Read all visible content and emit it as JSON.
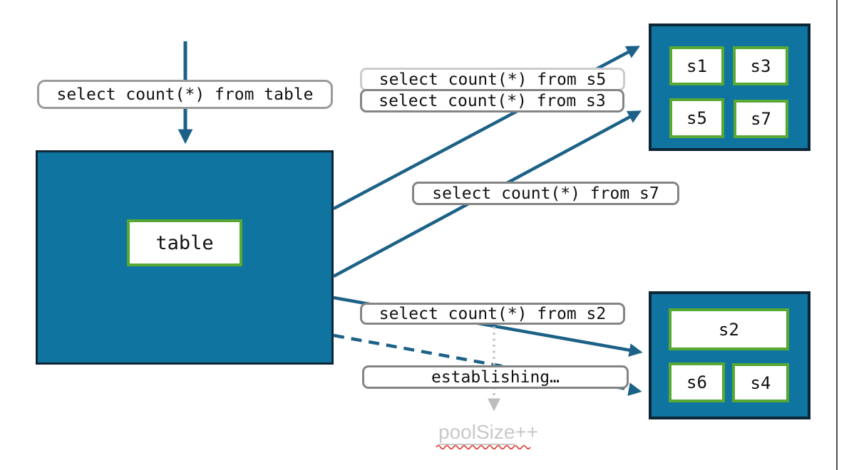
{
  "diagram": {
    "kind": "query-fanout-to-shard-pools",
    "queries": {
      "table": "select count(*) from table",
      "s5": "select count(*) from s5",
      "s3": "select count(*) from s3",
      "s7": "select count(*) from s7",
      "s2": "select count(*) from s2"
    },
    "status": {
      "establishing": "establishing…",
      "pool_size_word": "poolSize",
      "pool_size_suffix": "++"
    },
    "main_table": {
      "label": "table"
    },
    "shard_pool_top": {
      "shards": [
        "s1",
        "s3",
        "s5",
        "s7"
      ]
    },
    "shard_pool_bottom": {
      "wide_shard": "s2",
      "shards": [
        "s6",
        "s4"
      ]
    },
    "colors": {
      "node_fill": "#0f74a0",
      "node_border": "#0d2636",
      "shard_border": "#57a933",
      "arrow": "#1c6187",
      "label_border": "#848484",
      "label_border_faded": "#cbcbcb",
      "muted_text": "#c8c8c8",
      "dotted_arrow": "#c5c5c5",
      "spellcheck_wave": "#e0382e",
      "divider_line": "#3b3b3b"
    }
  }
}
